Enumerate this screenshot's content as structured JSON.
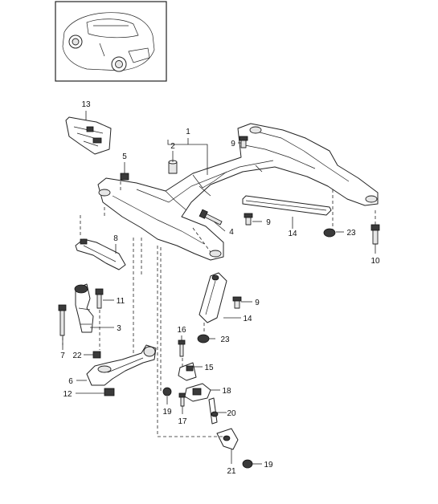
{
  "callouts": {
    "c1": "1",
    "c2": "2",
    "c3": "3",
    "c4": "4",
    "c5": "5",
    "c6": "6",
    "c7": "7",
    "c8": "8",
    "c9a": "9",
    "c9b": "9",
    "c9c": "9",
    "c10": "10",
    "c11": "11",
    "c12": "12",
    "c13": "13",
    "c14a": "14",
    "c14b": "14",
    "c15": "15",
    "c16": "16",
    "c17": "17",
    "c18": "18",
    "c19a": "19",
    "c19b": "19",
    "c20": "20",
    "c21": "21",
    "c22": "22",
    "c23a": "23",
    "c23b": "23"
  }
}
